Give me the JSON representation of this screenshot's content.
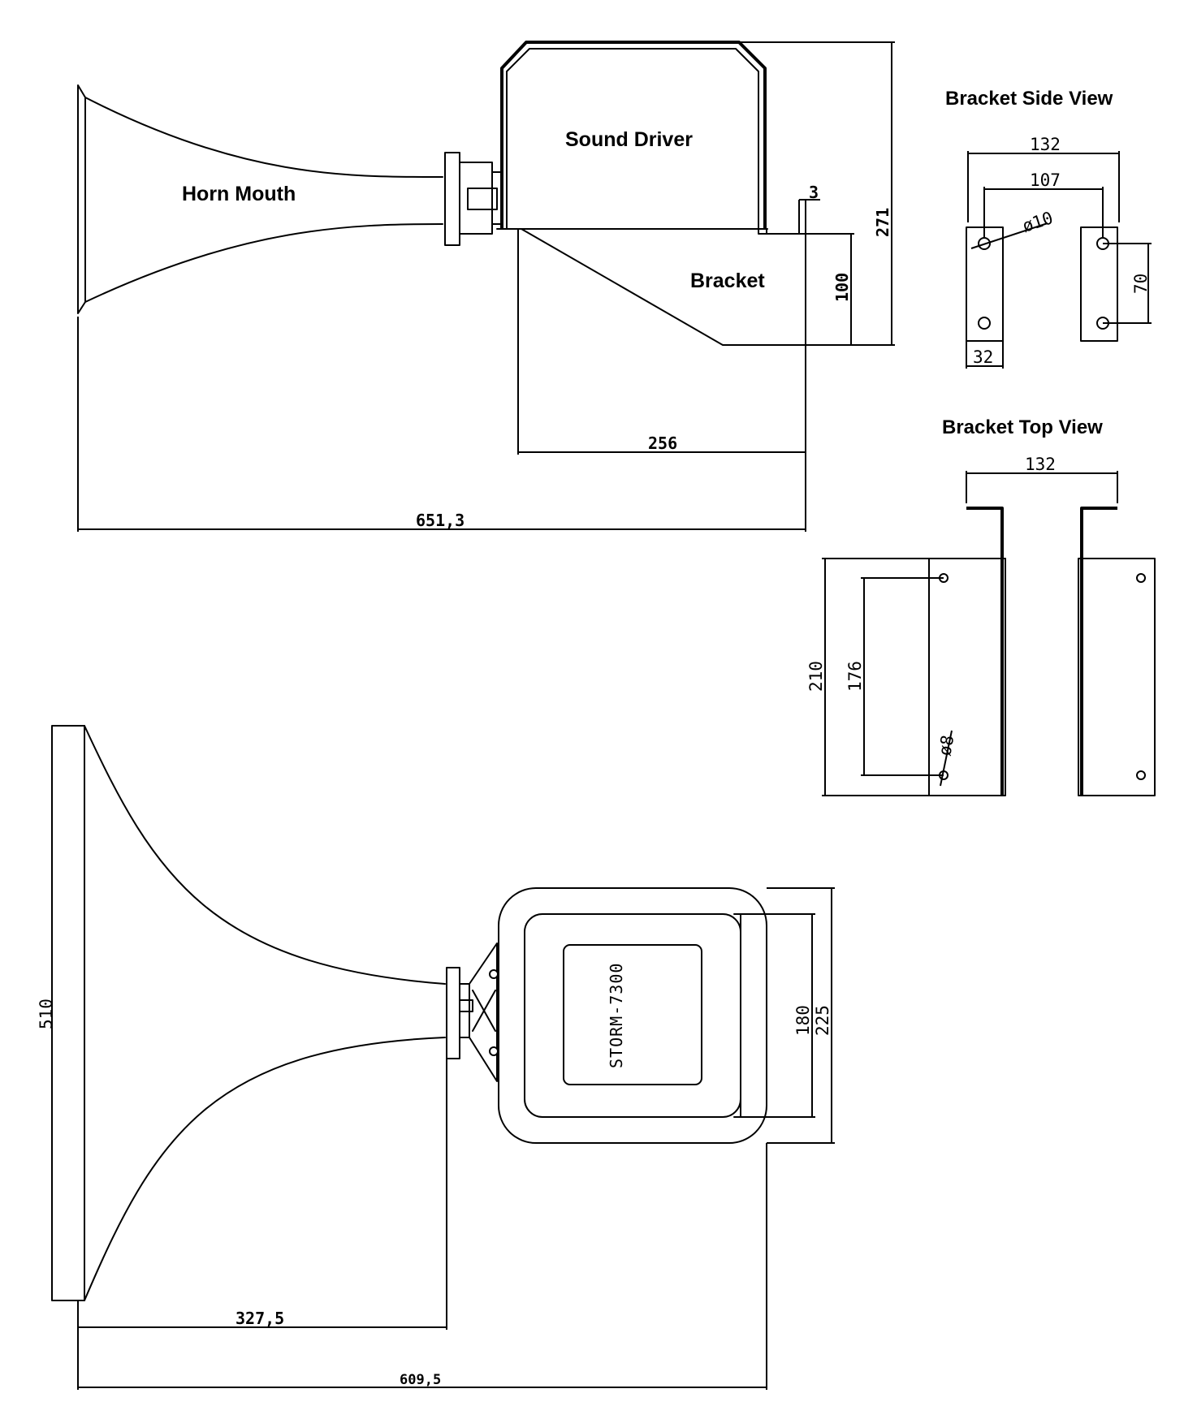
{
  "labels": {
    "horn_mouth": "Horn Mouth",
    "sound_driver": "Sound Driver",
    "bracket": "Bracket",
    "bracket_side_view": "Bracket Side View",
    "bracket_top_view": "Bracket Top View",
    "model": "STORM-7300"
  },
  "dimensions": {
    "side_total_length": "651,3",
    "side_bracket_length": "256",
    "side_height": "271",
    "side_bracket_height": "100",
    "side_bracket_thickness": "3",
    "bsv_outer_width": "132",
    "bsv_hole_spacing_w": "107",
    "bsv_hole_diameter": "ø10",
    "bsv_hole_spacing_h": "70",
    "bsv_plate_width": "32",
    "btv_outer_width": "132",
    "btv_length": "210",
    "btv_hole_spacing": "176",
    "btv_hole_diameter": "ø8",
    "top_horn_diameter": "510",
    "top_driver_inner": "180",
    "top_driver_outer": "225",
    "top_horn_length": "327,5",
    "top_total_length": "609,5"
  }
}
